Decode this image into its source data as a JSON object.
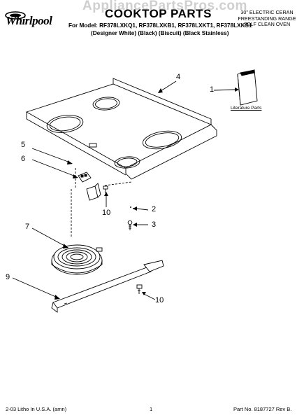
{
  "header": {
    "brand": "Whirlpool",
    "watermark": "AppliancePartsPros.com",
    "title": "COOKTOP PARTS",
    "model_line": "For Model: RF378LXKQ1, RF378LXKB1, RF378LXKT1, RF378LXKS1",
    "variants_line": "(Designer White)   (Black)          (Biscuit)  (Black Stainless)",
    "side_lines": [
      "30\" ELECTRIC CERAN",
      "FREESTANDING RANGE",
      "SELF CLEAN OVEN"
    ]
  },
  "diagram": {
    "literature_label": "Literature Parts",
    "callouts": [
      {
        "id": "c1",
        "label": "1"
      },
      {
        "id": "c2",
        "label": "2"
      },
      {
        "id": "c3",
        "label": "3"
      },
      {
        "id": "c4",
        "label": "4"
      },
      {
        "id": "c5",
        "label": "5"
      },
      {
        "id": "c6",
        "label": "6"
      },
      {
        "id": "c7",
        "label": "7"
      },
      {
        "id": "c9",
        "label": "9"
      },
      {
        "id": "c10a",
        "label": "10"
      },
      {
        "id": "c10b",
        "label": "10"
      }
    ]
  },
  "footer": {
    "left": "2-03 Litho In U.S.A. (amn)",
    "center": "1",
    "right": "Part No. 8187727 Rev B."
  }
}
